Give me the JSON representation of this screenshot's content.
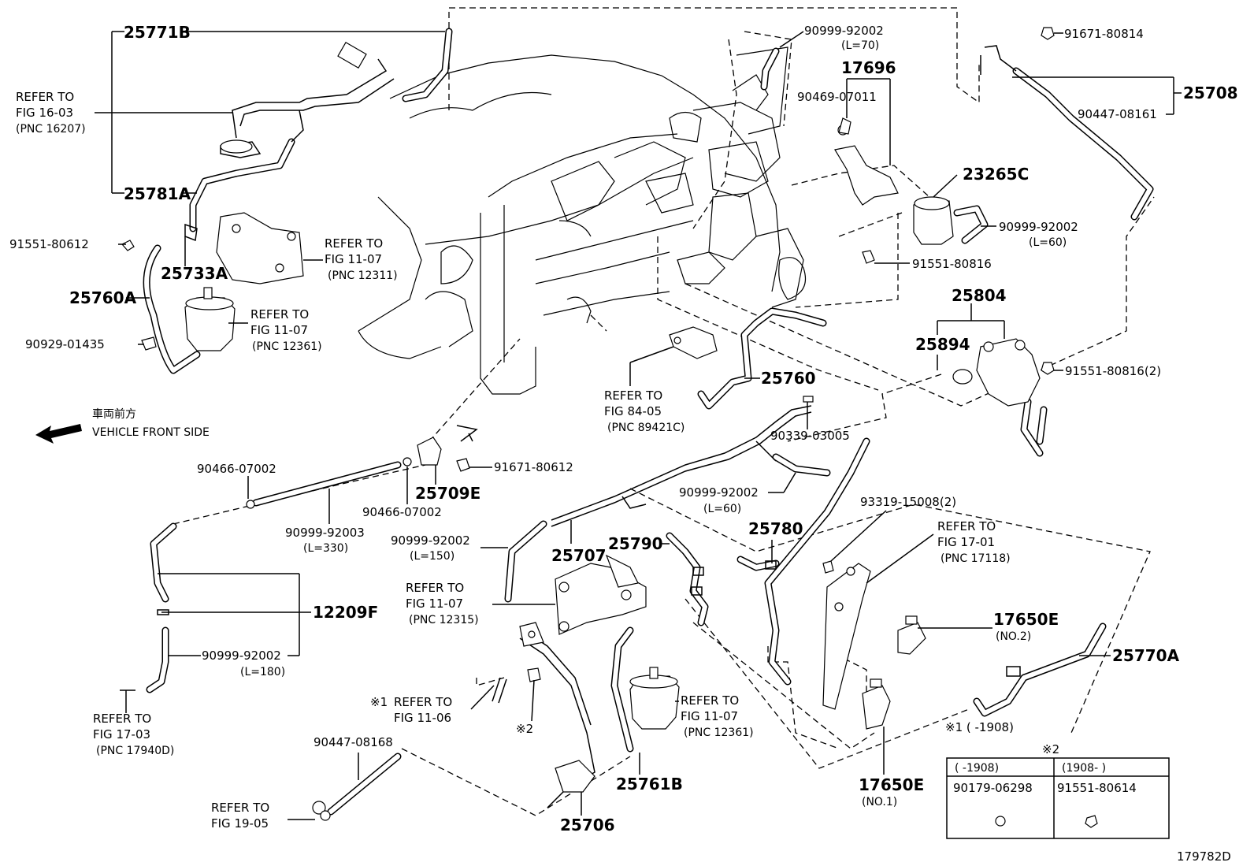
{
  "labels": {
    "p25771B": "25771B",
    "refer_fig_16_03": "REFER TO",
    "refer_fig_16_03_b": "FIG 16-03",
    "refer_fig_16_03_c": "(PNC 16207)",
    "p25781A": "25781A",
    "p91551_80612": "91551-80612",
    "p25733A": "25733A",
    "p25760A": "25760A",
    "p90929_01435": "90929-01435",
    "refer_fig_11_07_a": "REFER TO",
    "refer_fig_11_07_a2": "FIG 11-07",
    "refer_fig_11_07_a3": "(PNC 12311)",
    "refer_fig_11_07_b": "REFER TO",
    "refer_fig_11_07_b2": "FIG 11-07",
    "refer_fig_11_07_b3": "(PNC 12361)",
    "front_jp": "車両前方",
    "front_en": "VEHICLE FRONT SIDE",
    "p90999_92002_top": "90999-92002",
    "p90999_92002_top_l": "(L=70)",
    "p17696": "17696",
    "p90469_07011": "90469-07011",
    "p91671_80814": "91671-80814",
    "p25708": "25708",
    "p90447_08161": "90447-08161",
    "p23265C": "23265C",
    "p90999_92002_r": "90999-92002",
    "p90999_92002_r_l": "(L=60)",
    "p91551_80816": "91551-80816",
    "p25804": "25804",
    "p25894": "25894",
    "p91551_80816_2": "91551-80816(2)",
    "refer_fig_84_05": "REFER TO",
    "refer_fig_84_05_b": "FIG 84-05",
    "refer_fig_84_05_c": "(PNC 89421C)",
    "p25760": "25760",
    "p90339_03005": "90339-03005",
    "p90466_07002_a": "90466-07002",
    "p91671_80612": "91671-80612",
    "p25709E": "25709E",
    "p90466_07002_b": "90466-07002",
    "p90999_92003": "90999-92003",
    "p90999_92003_l": "(L=330)",
    "p90999_92002_mid": "90999-92002",
    "p90999_92002_mid_l": "(L=60)",
    "p93319_15008": "93319-15008(2)",
    "refer_fig_17_01": "REFER TO",
    "refer_fig_17_01_b": "FIG 17-01",
    "refer_fig_17_01_c": "(PNC 17118)",
    "p90999_92002_l150": "90999-92002",
    "p90999_92002_l150_l": "(L=150)",
    "p25707": "25707",
    "p25790": "25790",
    "p25780": "25780",
    "refer_fig_11_07_c": "REFER TO",
    "refer_fig_11_07_c2": "FIG 11-07",
    "refer_fig_11_07_c3": "(PNC 12315)",
    "p12209F": "12209F",
    "p17650E_no2": "17650E",
    "p17650E_no2_sub": "(NO.2)",
    "p25770A": "25770A",
    "p90999_92002_l180": "90999-92002",
    "p90999_92002_l180_l": "(L=180)",
    "refer_fig_11_06_mark": "※1",
    "refer_fig_11_06": "REFER TO",
    "refer_fig_11_06_b": "FIG 11-06",
    "mark2": "※2",
    "refer_fig_11_07_d": "REFER TO",
    "refer_fig_11_07_d2": "FIG 11-07",
    "refer_fig_11_07_d3": "(PNC 12361)",
    "refer_fig_17_03": "REFER TO",
    "refer_fig_17_03_b": "FIG 17-03",
    "refer_fig_17_03_c": "(PNC 17940D)",
    "p90447_08168": "90447-08168",
    "refer_fig_19_05": "REFER TO",
    "refer_fig_19_05_b": "FIG 19-05",
    "p25706": "25706",
    "p25761B": "25761B",
    "p17650E_no1": "17650E",
    "p17650E_no1_sub": "(NO.1)",
    "note1": "※1 (     -1908)",
    "table_title": "※2",
    "table_h1": "(     -1908)",
    "table_h2": "(1908-     )",
    "table_c1": "90179-06298",
    "table_c2": "91551-80614",
    "figure_id": "179782D"
  }
}
